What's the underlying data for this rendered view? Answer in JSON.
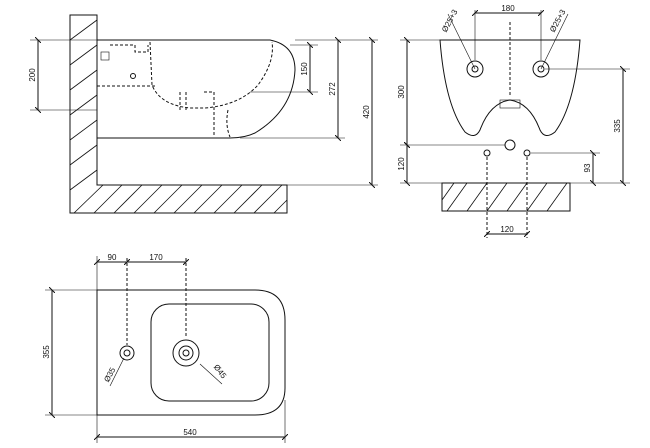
{
  "side_view": {
    "dims": {
      "d200": "200",
      "d150": "150",
      "d272": "272",
      "d420": "420"
    }
  },
  "rear_view": {
    "dims": {
      "d180": "180",
      "d300": "300",
      "d335": "335",
      "d120_left": "120",
      "d93": "93",
      "d120_bottom": "120",
      "hole_left": "Ø25+3",
      "hole_right": "Ø25+3"
    }
  },
  "top_view": {
    "dims": {
      "d90": "90",
      "d170": "170",
      "d355": "355",
      "d540": "540",
      "d35": "Ø35",
      "d45": "Ø45"
    }
  }
}
